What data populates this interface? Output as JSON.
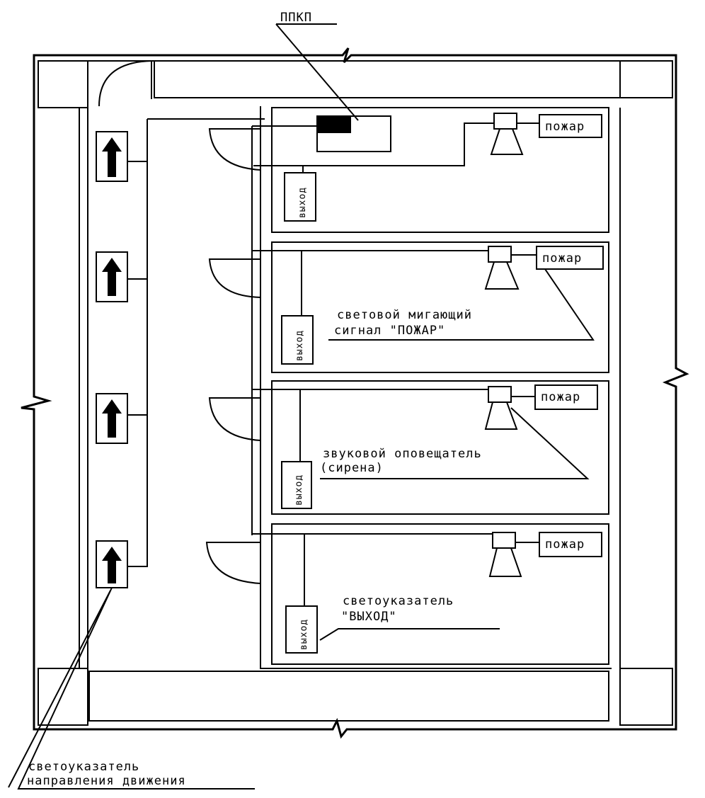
{
  "labels": {
    "ppkp": "ППКП",
    "fire": "пожар",
    "exit": "выход",
    "flash_line1": "световой мигающий",
    "flash_line2": "сигнал \"ПОЖАР\"",
    "siren_line1": "звуковой оповещатель",
    "siren_line2": "(сирена)",
    "exit_sign_line1": "светоуказатель",
    "exit_sign_line2": "\"ВЫХОД\"",
    "dir_line1": "светоуказатель",
    "dir_line2": "направления движения"
  }
}
